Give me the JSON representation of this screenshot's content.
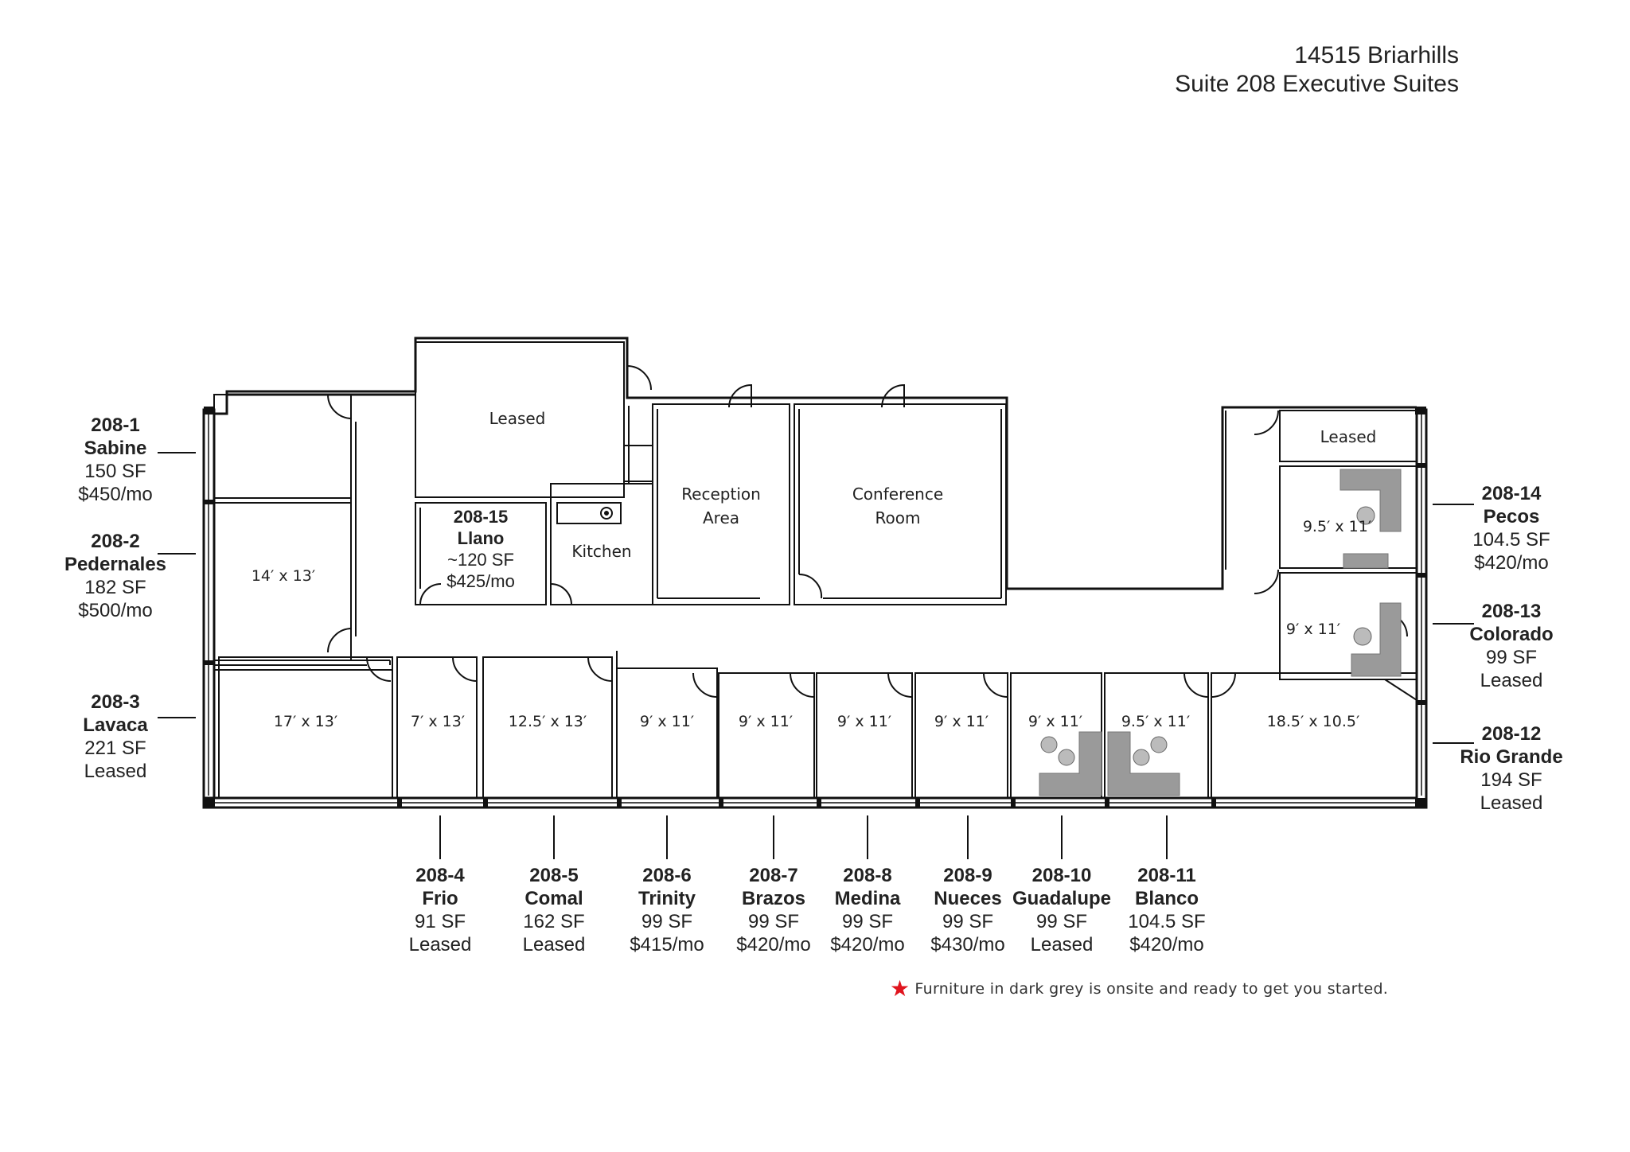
{
  "header": {
    "line1": "14515 Briarhills",
    "line2": "Suite 208 Executive Suites"
  },
  "rooms": {
    "leased_top": "Leased",
    "leased_right": "Leased",
    "reception": [
      "Reception",
      "Area"
    ],
    "conference": [
      "Conference",
      "Room"
    ],
    "kitchen": "Kitchen",
    "llano": {
      "id": "208-15",
      "name": "Llano",
      "size": "~120 SF",
      "price": "$425/mo"
    }
  },
  "dimensions": {
    "pedernales": "14′ x 13′",
    "lavaca": "17′ x 13′",
    "frio": "7′ x 13′",
    "comal": "12.5′ x 13′",
    "trinity": "9′ x 11′",
    "brazos": "9′ x 11′",
    "medina": "9′ x 11′",
    "nueces": "9′ x 11′",
    "guadalupe": "9′ x 11′",
    "blanco": "9.5′ x 11′",
    "rio_grande": "18.5′ x 10.5′",
    "pecos": "9.5′ x 11′",
    "colorado": "9′ x 11′"
  },
  "suites_left": [
    {
      "id": "208-1",
      "name": "Sabine",
      "size": "150 SF",
      "status": "$450/mo"
    },
    {
      "id": "208-2",
      "name": "Pedernales",
      "size": "182 SF",
      "status": "$500/mo"
    },
    {
      "id": "208-3",
      "name": "Lavaca",
      "size": "221 SF",
      "status": "Leased"
    }
  ],
  "suites_bottom": [
    {
      "id": "208-4",
      "name": "Frio",
      "size": "91 SF",
      "status": "Leased"
    },
    {
      "id": "208-5",
      "name": "Comal",
      "size": "162 SF",
      "status": "Leased"
    },
    {
      "id": "208-6",
      "name": "Trinity",
      "size": "99 SF",
      "status": "$415/mo"
    },
    {
      "id": "208-7",
      "name": "Brazos",
      "size": "99 SF",
      "status": "$420/mo"
    },
    {
      "id": "208-8",
      "name": "Medina",
      "size": "99 SF",
      "status": "$420/mo"
    },
    {
      "id": "208-9",
      "name": "Nueces",
      "size": "99 SF",
      "status": "$430/mo"
    },
    {
      "id": "208-10",
      "name": "Guadalupe",
      "size": "99 SF",
      "status": "Leased"
    },
    {
      "id": "208-11",
      "name": "Blanco",
      "size": "104.5 SF",
      "status": "$420/mo"
    }
  ],
  "suites_right": [
    {
      "id": "208-14",
      "name": "Pecos",
      "size": "104.5 SF",
      "status": "$420/mo"
    },
    {
      "id": "208-13",
      "name": "Colorado",
      "size": "99 SF",
      "status": "Leased"
    },
    {
      "id": "208-12",
      "name": "Rio Grande",
      "size": "194 SF",
      "status": "Leased"
    }
  ],
  "note": {
    "star": "★",
    "text": "Furniture in dark grey is onsite and ready to get you started."
  },
  "colors": {
    "star": "#e0141e",
    "furniture": "#9a9a9a",
    "wall": "#111111"
  }
}
